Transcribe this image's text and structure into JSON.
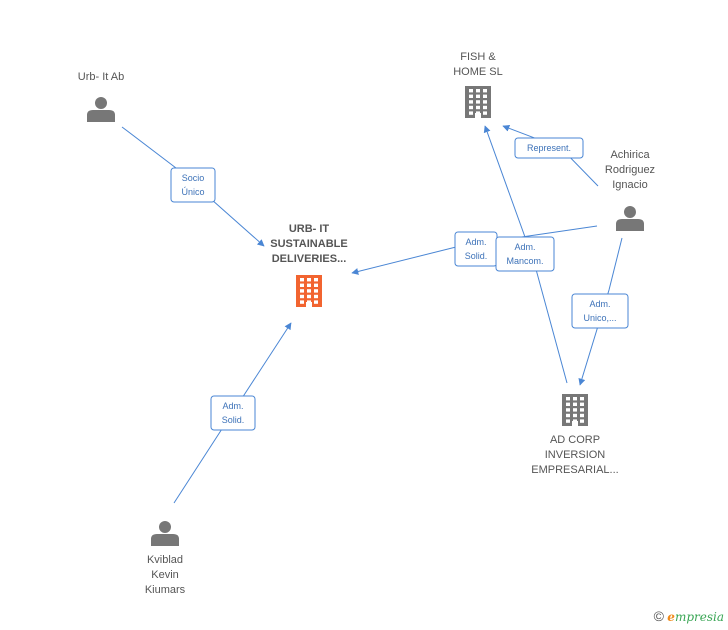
{
  "nodes": [
    {
      "id": "urb_it_ab",
      "kind": "person",
      "label": [
        "Urb- It Ab"
      ],
      "color": "#777777"
    },
    {
      "id": "urb_sustainable",
      "kind": "company",
      "label": [
        "URB- IT",
        "SUSTAINABLE",
        "DELIVERIES..."
      ],
      "color": "#f26430",
      "bold": true
    },
    {
      "id": "fish_home",
      "kind": "company",
      "label": [
        "FISH &",
        "HOME SL"
      ],
      "color": "#777777"
    },
    {
      "id": "achirica",
      "kind": "person",
      "label": [
        "Achirica",
        "Rodriguez",
        "Ignacio"
      ],
      "color": "#777777"
    },
    {
      "id": "ad_corp",
      "kind": "company",
      "label": [
        "AD CORP",
        "INVERSION",
        "EMPRESARIAL..."
      ],
      "color": "#777777"
    },
    {
      "id": "kviblad",
      "kind": "person",
      "label": [
        "Kviblad",
        "Kevin",
        "Kiumars"
      ],
      "color": "#777777"
    }
  ],
  "edges": [
    {
      "from": "urb_it_ab",
      "to": "urb_sustainable",
      "label": [
        "Socio",
        "Único"
      ]
    },
    {
      "from": "achirica",
      "to": "fish_home",
      "label": [
        "Represent."
      ]
    },
    {
      "from": "achirica",
      "to": "urb_sustainable",
      "label": [
        "Adm.",
        "Solid."
      ]
    },
    {
      "from": "ad_corp",
      "to": "fish_home",
      "label": [
        "Adm.",
        "Mancom."
      ]
    },
    {
      "from": "achirica",
      "to": "ad_corp",
      "label": [
        "Adm.",
        "Unico,..."
      ]
    },
    {
      "from": "kviblad",
      "to": "urb_sustainable",
      "label": [
        "Adm.",
        "Solid."
      ]
    }
  ],
  "footer": {
    "symbol": "©",
    "brand_initial": "e",
    "brand_rest": "mpresia"
  },
  "colors": {
    "edge": "#4a86d4",
    "focus": "#f26430",
    "node": "#777777"
  }
}
